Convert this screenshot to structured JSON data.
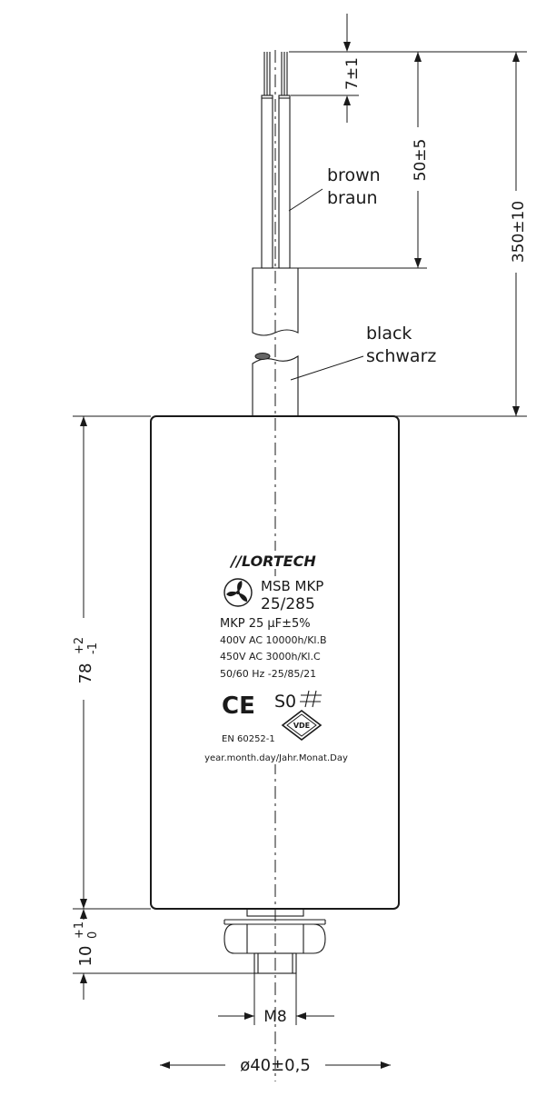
{
  "wire_labels": {
    "lead_color_en": "brown",
    "lead_color_de": "braun",
    "cable_color_en": "black",
    "cable_color_de": "schwarz"
  },
  "dimensions": {
    "strip_length": "7±1",
    "lead_length": "50±5",
    "cable_length": "350±10",
    "can_height_base": "78",
    "can_height_tol_plus": "+2",
    "can_height_tol_minus": "-1",
    "stud_length_base": "10",
    "stud_tol_plus": "+1",
    "stud_tol_minus": "0",
    "thread": "M8",
    "diameter": "ø40±0,5"
  },
  "product_label": {
    "brand": "//LORTECH",
    "series": "MSB MKP",
    "model": "25/285",
    "capacitance": "MKP 25  µF±5%",
    "rating_1": "400V AC 10000h/Kl.B",
    "rating_2": "450V AC  3000h/Kl.C",
    "climatic": "50/60 Hz -25/85/21",
    "ce_mark": "CE",
    "so_mark": "S0",
    "vde_mark": "VDE",
    "standard": "EN 60252-1",
    "date_code": "year.month.day/Jahr.Monat.Day"
  },
  "colors": {
    "line": "#1a1a1a",
    "background": "#ffffff"
  }
}
